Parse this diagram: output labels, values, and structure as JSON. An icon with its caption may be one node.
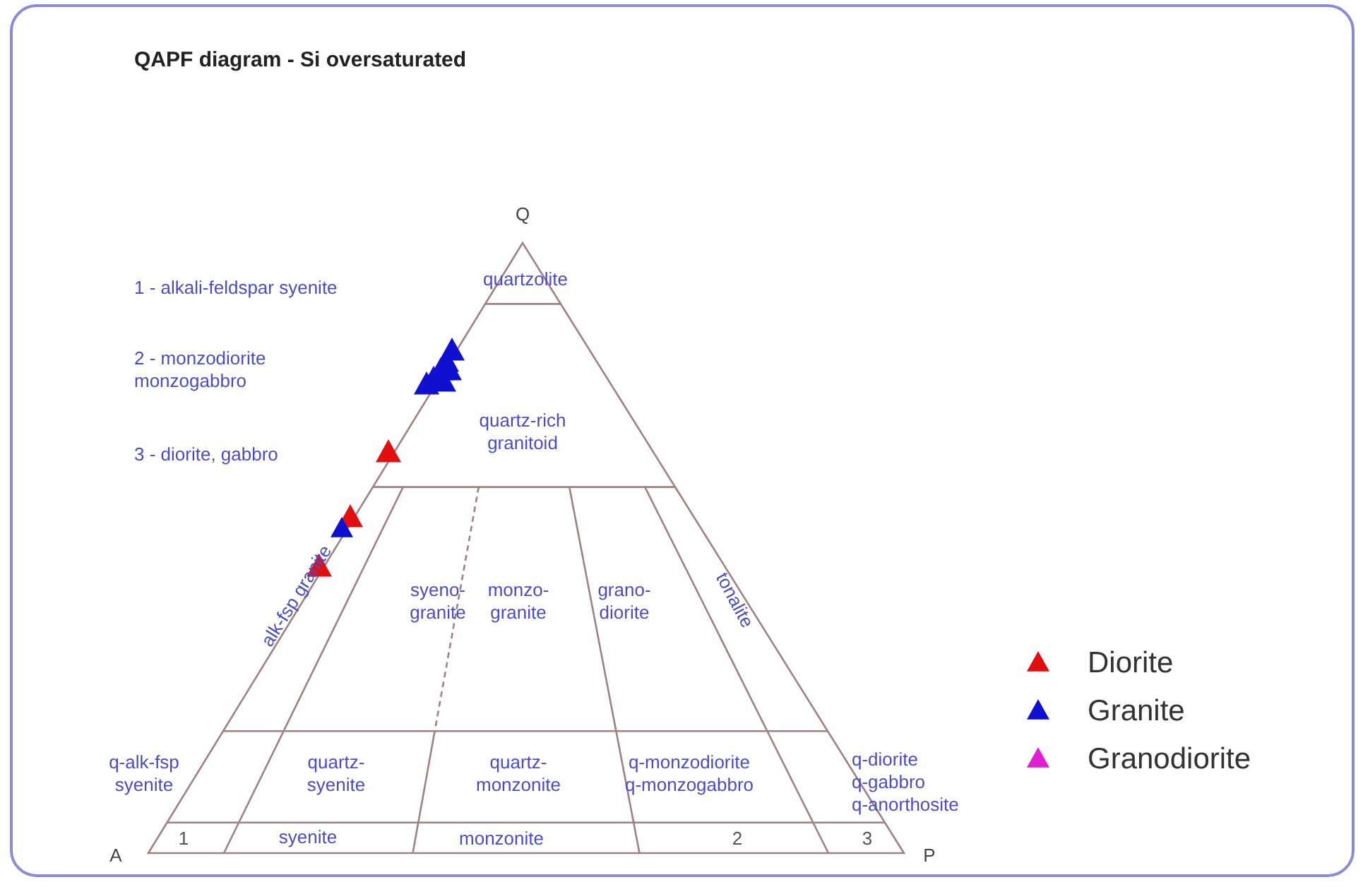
{
  "diagram": {
    "title": "QAPF diagram - Si oversaturated",
    "labels": [
      "Q",
      "1 - alkali-feldspar syenite",
      "quartzolite",
      "2 - monzodiorite monzogabbro",
      "quartz-rich granitoid",
      "3 - diorite, gabbro",
      "alk-fsp granite",
      "syeno-granite",
      "monzo-granite",
      "grano-diorite",
      "tonalite",
      "q-alk-fsp syenite",
      "quartz-syenite",
      "quartz-monzonite",
      "q-monzodiorite q-monzogabbro",
      "q-diorite q-gabbro q-anorthosite",
      "A",
      "1",
      "syenite",
      "monzonite",
      "2",
      "3",
      "P"
    ],
    "legend": [
      {
        "text": "Diorite",
        "color": "#e01010"
      },
      {
        "text": "Granite",
        "color": "#1010d0"
      },
      {
        "text": "Granodiorite",
        "color": "#e020d0"
      }
    ]
  }
}
